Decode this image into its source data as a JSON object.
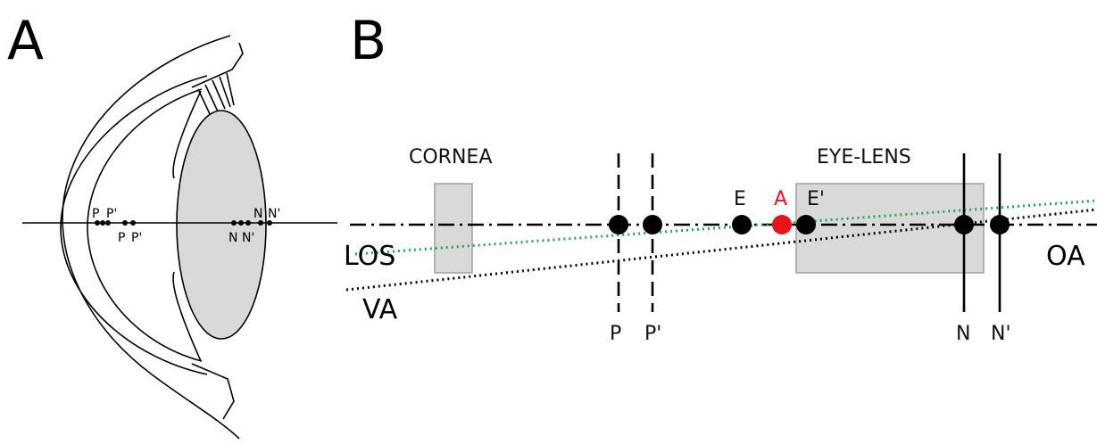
{
  "panels": {
    "a_letter": "A",
    "b_letter": "B"
  },
  "panel_a": {
    "points_top": [
      "P",
      "P'",
      "N",
      "N'"
    ],
    "points_bottom": [
      "P",
      "P'",
      "N",
      "N'"
    ]
  },
  "panel_b": {
    "cornea_label": "CORNEA",
    "lens_label": "EYE-LENS",
    "axis_labels": {
      "los": "LOS",
      "va": "VA",
      "oa": "OA"
    },
    "point_labels": {
      "e": "E",
      "a": "A",
      "e_prime": "E'",
      "p": "P",
      "p_prime": "P'",
      "n": "N",
      "n_prime": "N'"
    },
    "colors": {
      "lens_fill": "#d9d9d9",
      "los_line": "#1aaa55",
      "a_point": "#e8141b",
      "points": "#000000"
    }
  }
}
